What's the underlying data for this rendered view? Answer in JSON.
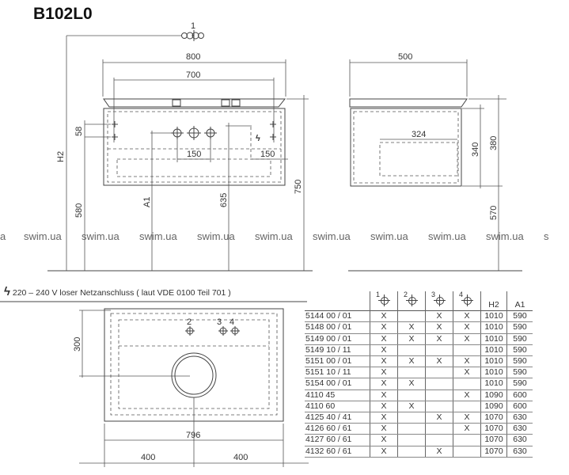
{
  "title": "B102L0",
  "front_view": {
    "hole_label": "1",
    "dims": {
      "width_total": "800",
      "width_inner": "700",
      "d58": "58",
      "d150_left": "150",
      "d150_right": "150",
      "h2": "H2",
      "d580": "580",
      "a1": "A1",
      "d635": "635",
      "d750": "750"
    }
  },
  "side_view": {
    "dims": {
      "depth": "500",
      "d324": "324",
      "d340": "340",
      "d380": "380",
      "d570": "570"
    }
  },
  "watermarks": [
    "a",
    "swim.ua",
    "swim.ua",
    "swim.ua",
    "swim.ua",
    "swim.ua",
    "swim.ua",
    "swim.ua",
    "swim.ua",
    "swim.ua"
  ],
  "note": "220 – 240 V loser Netzanschluss ( laut VDE 0100 Teil 701 )",
  "plan_view": {
    "labels": {
      "h2": "2",
      "h3": "3",
      "h4": "4"
    },
    "dims": {
      "d300": "300",
      "d796": "796",
      "d400_left": "400",
      "d400_right": "400"
    }
  },
  "table": {
    "headers": [
      "",
      "1",
      "2",
      "3",
      "4",
      "H2",
      "A1"
    ],
    "rows": [
      [
        "5144 00 / 01",
        "X",
        "",
        "X",
        "X",
        "1010",
        "590"
      ],
      [
        "5148 00 / 01",
        "X",
        "X",
        "X",
        "X",
        "1010",
        "590"
      ],
      [
        "5149 00 / 01",
        "X",
        "X",
        "X",
        "X",
        "1010",
        "590"
      ],
      [
        "5149 10 / 11",
        "X",
        "",
        "",
        "",
        "1010",
        "590"
      ],
      [
        "5151 00 / 01",
        "X",
        "X",
        "X",
        "X",
        "1010",
        "590"
      ],
      [
        "5151 10 / 11",
        "X",
        "",
        "",
        "X",
        "1010",
        "590"
      ],
      [
        "5154 00 / 01",
        "X",
        "X",
        "",
        "",
        "1010",
        "590"
      ],
      [
        "4110 45",
        "X",
        "",
        "",
        "X",
        "1090",
        "600"
      ],
      [
        "4110 60",
        "X",
        "X",
        "",
        "",
        "1090",
        "600"
      ],
      [
        "4125 40 / 41",
        "X",
        "",
        "X",
        "X",
        "1070",
        "630"
      ],
      [
        "4126 60 / 61",
        "X",
        "",
        "",
        "X",
        "1070",
        "630"
      ],
      [
        "4127 60 / 61",
        "X",
        "",
        "",
        "",
        "1070",
        "630"
      ],
      [
        "4132 60 / 61",
        "X",
        "",
        "X",
        "",
        "1070",
        "630"
      ]
    ]
  }
}
